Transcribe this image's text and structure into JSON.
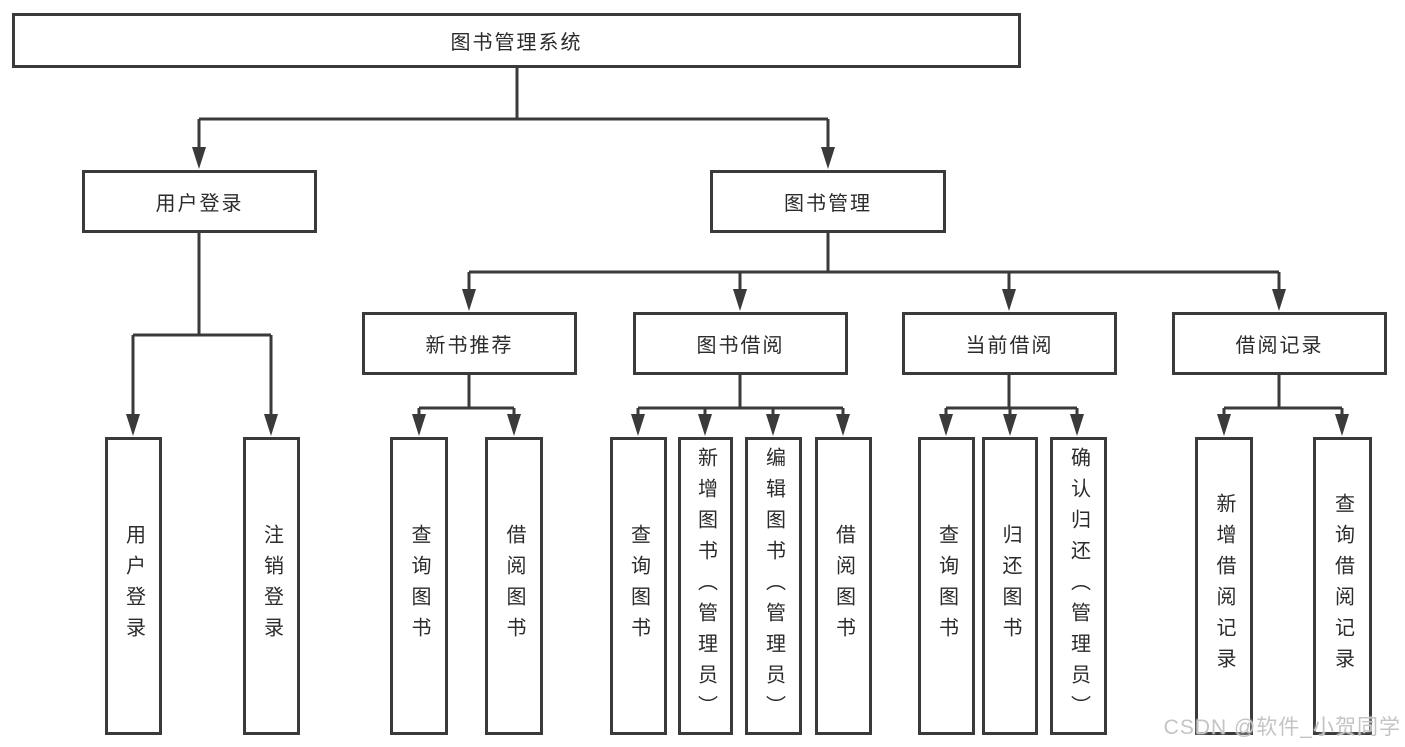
{
  "diagram": {
    "root": {
      "label": "图书管理系统"
    },
    "branches": [
      {
        "label": "用户登录",
        "children": [
          {
            "label": "用户登录"
          },
          {
            "label": "注销登录"
          }
        ]
      },
      {
        "label": "图书管理",
        "children": [
          {
            "label": "新书推荐",
            "children": [
              {
                "label": "查询图书"
              },
              {
                "label": "借阅图书"
              }
            ]
          },
          {
            "label": "图书借阅",
            "children": [
              {
                "label": "查询图书"
              },
              {
                "label": "新增图书（管理员）"
              },
              {
                "label": "编辑图书（管理员）"
              },
              {
                "label": "借阅图书"
              }
            ]
          },
          {
            "label": "当前借阅",
            "children": [
              {
                "label": "查询图书"
              },
              {
                "label": "归还图书"
              },
              {
                "label": "确认归还（管理员）"
              }
            ]
          },
          {
            "label": "借阅记录",
            "children": [
              {
                "label": "新增借阅记录"
              },
              {
                "label": "查询借阅记录"
              }
            ]
          }
        ]
      }
    ]
  },
  "watermark": {
    "text": "CSDN @软件_小贺同学"
  },
  "colors": {
    "line": "#3a3a3a",
    "box_fill": "#ffffff",
    "text": "#2b2b2b",
    "watermark": "#c4c4c4",
    "background": "#ffffff"
  }
}
